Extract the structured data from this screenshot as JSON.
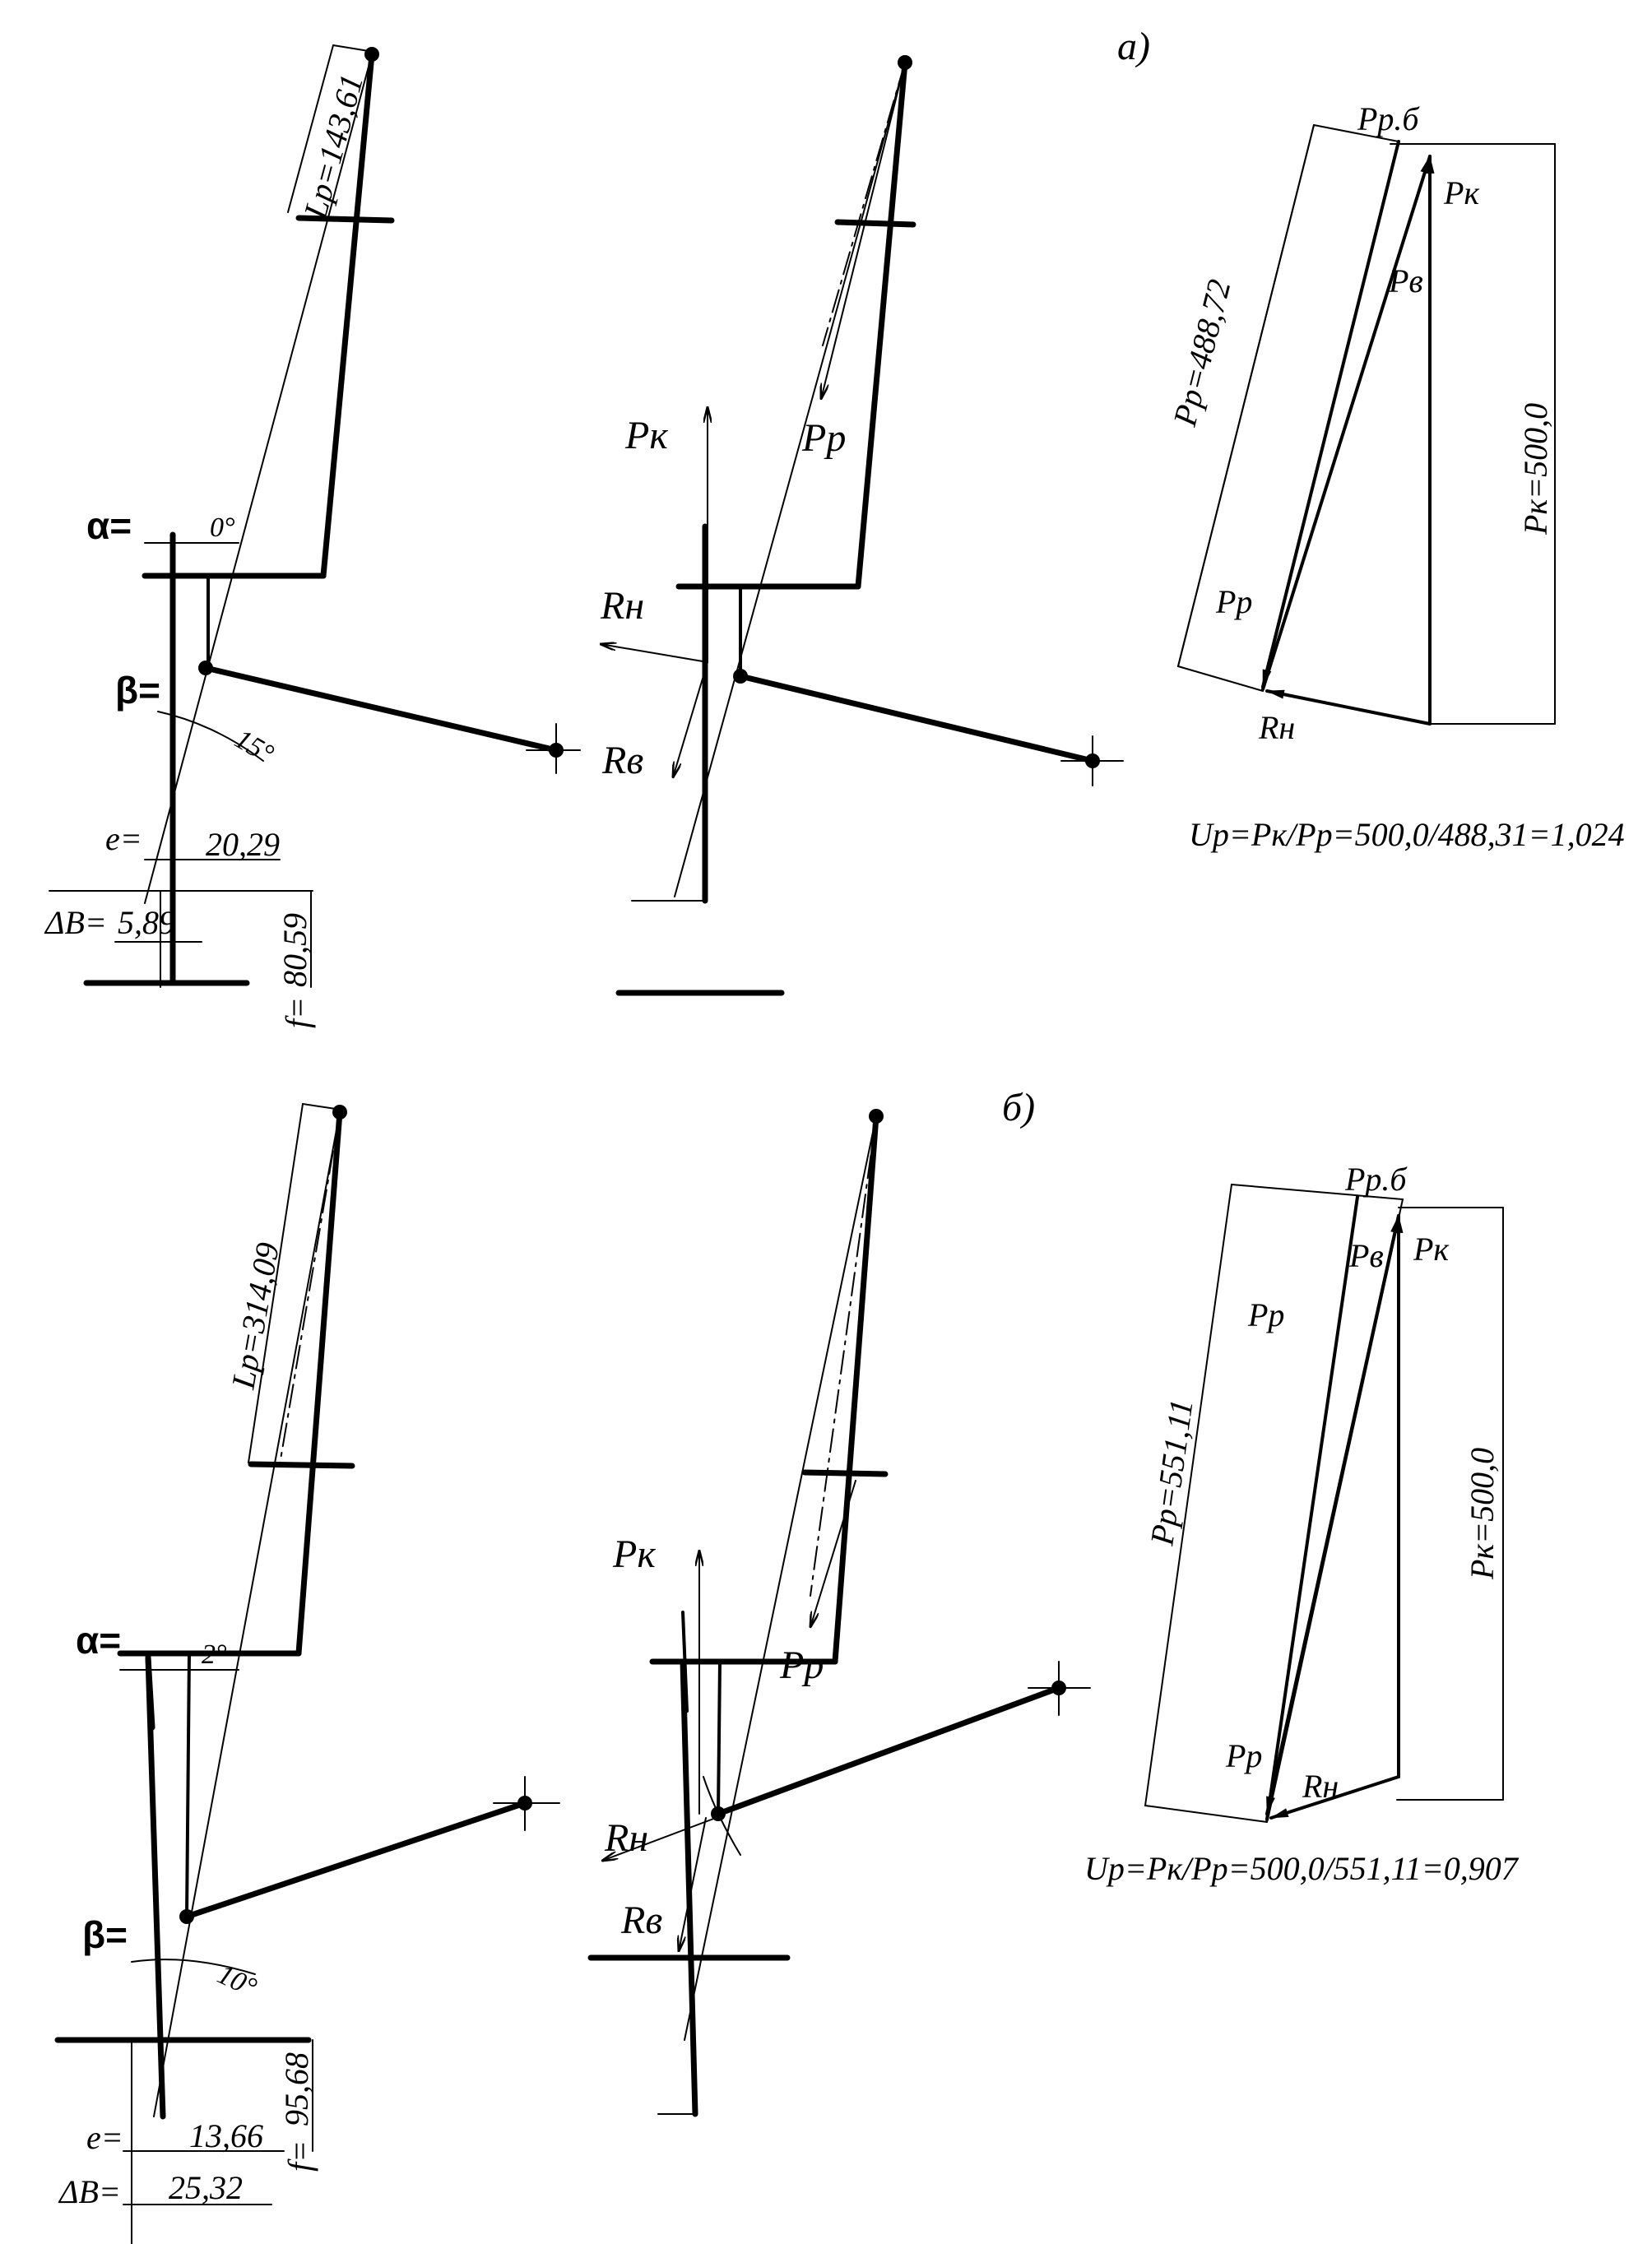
{
  "panel_a": {
    "label": "а)",
    "lp": "Lp=143,61",
    "alpha_label": "α=",
    "alpha_value": "0°",
    "beta_label": "β=",
    "beta_value": "15°",
    "e_label": "e=",
    "e_value": "20,29",
    "db_label": "ΔB=",
    "db_value": "5,89",
    "f_label": "f=",
    "f_value": "80,59",
    "pk": "Pк",
    "pp": "Pp",
    "rn": "Rн",
    "rv": "Rв",
    "poly_ppb": "Pp.б",
    "poly_pk": "Pк",
    "poly_pv": "Pв",
    "poly_pp_value": "Pp=488,72",
    "poly_pk_value": "Pк=500,0",
    "poly_pp": "Pp",
    "poly_rn": "Rн",
    "formula": "Up=Pк/Pp=500,0/488,31=1,024"
  },
  "panel_b": {
    "label": "б)",
    "lp": "Lp=314,09",
    "alpha_label": "α=",
    "alpha_value": "2°",
    "beta_label": "β=",
    "beta_value": "10°",
    "f_label": "f=",
    "f_value": "95,68",
    "e_label": "e=",
    "e_value": "13,66",
    "db_label": "ΔB=",
    "db_value": "25,32",
    "pk": "Pк",
    "pp": "Pp",
    "rn": "Rн",
    "rv": "Rв",
    "poly_ppb": "Pp.б",
    "poly_pv": "Pв",
    "poly_pk": "Pк",
    "poly_pp_top": "Pp",
    "poly_pp_value": "Pp=551,11",
    "poly_pk_value": "Pк=500,0",
    "poly_pp": "Pp",
    "poly_rn": "Rн",
    "formula": "Up=Pк/Pp=500,0/551,11=0,907"
  }
}
